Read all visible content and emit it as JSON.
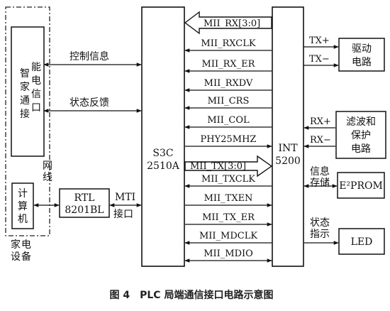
{
  "blocks": {
    "smart_interface": "智能家电通信接口",
    "computer": "计算机",
    "network_label": "网线",
    "appliance_device": "家电设备",
    "rtl": [
      "RTL",
      "8201BL"
    ],
    "mti": [
      "MTI",
      "接口"
    ],
    "s3c": [
      "S3C",
      "2510A"
    ],
    "int": [
      "INT",
      "5200"
    ],
    "drive": [
      "驱动",
      "电路"
    ],
    "filter": [
      "滤波和",
      "保护",
      "电路"
    ],
    "eprom": "E²PROM",
    "led": "LED"
  },
  "left_signals": {
    "control": "控制信息",
    "status": "状态反馈"
  },
  "signals": [
    "MII_RX[3:0]",
    "MII_RXCLK",
    "MII_RX_ER",
    "MII_RXDV",
    "MII_CRS",
    "MII_COL",
    "PHY25MHZ",
    "MII_TX[3:0]",
    "MII_TXCLK",
    "MII_TXEN",
    "MII_TX_ER",
    "MII_MDCLK",
    "MII_MDIO"
  ],
  "right_signals": {
    "tx_plus": "TX+",
    "tx_minus": "TX−",
    "rx_plus": "RX+",
    "rx_minus": "RX−",
    "info_store": [
      "信息",
      "存储"
    ],
    "status_ind": [
      "状态",
      "指示"
    ]
  },
  "caption": "图 4　PLC 局端通信接口电路示意图"
}
